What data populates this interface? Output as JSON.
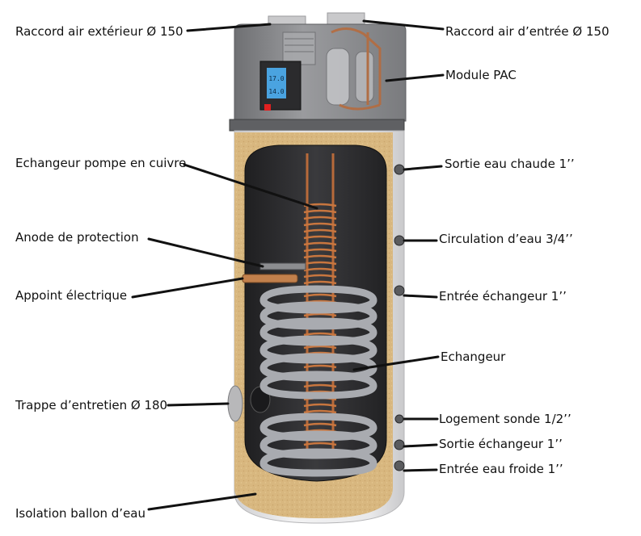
{
  "labels": {
    "raccord_air_exterieur": "Raccord air extérieur Ø 150",
    "raccord_air_entree": "Raccord air d’entrée Ø 150",
    "module_pac": "Module PAC",
    "echangeur_pompe_cuivre": "Echangeur pompe en cuivre",
    "sortie_eau_chaude": "Sortie eau chaude 1’’",
    "anode_protection": "Anode  de protection",
    "circulation_eau": "Circulation d’eau 3/4’’",
    "appoint_electrique": "Appoint électrique",
    "entree_echangeur": "Entrée échangeur 1’’",
    "echangeur": "Echangeur",
    "trappe_entretien": "Trappe d’entretien Ø 180",
    "logement_sonde": "Logement sonde 1/2’’",
    "sortie_echangeur": "Sortie échangeur 1’’",
    "entree_eau_froide": "Entrée eau froide 1’’",
    "isolation_ballon": "Isolation ballon d’eau"
  },
  "display": {
    "top_value": "17.0",
    "bottom_value": "14.0"
  },
  "colors": {
    "insulation": "#d8b77f",
    "tank_inner": "#2e2e30",
    "casing": "#e6e6e6",
    "head_module": "#8a8b8d",
    "copper": "#b86a3a",
    "steel_coil": "#a9abb0",
    "display_screen": "#4aa3e0",
    "button_red": "#e02020",
    "leader_line": "#111111"
  }
}
